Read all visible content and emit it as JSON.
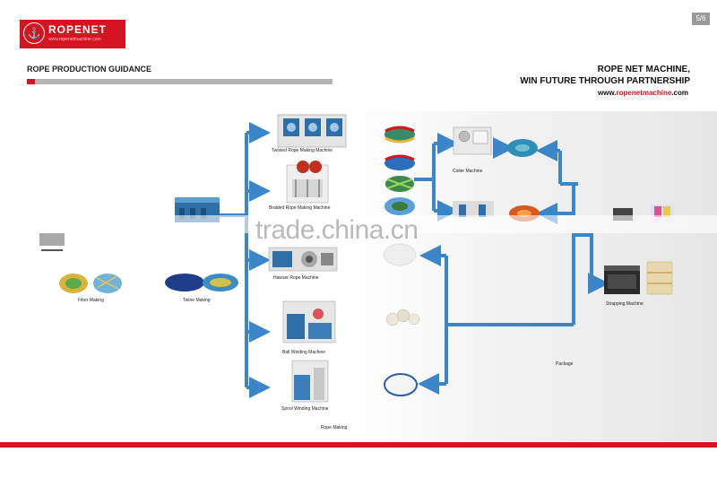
{
  "header": {
    "brand_name": "ROPENET",
    "brand_url": "www.ropenetmachine.com",
    "page_number": "5/6"
  },
  "section": {
    "title": "ROPE PRODUCTION GUIDANCE"
  },
  "slogan": {
    "line1": "ROPE NET MACHINE,",
    "line2": "WIN FUTURE THROUGH PARTNERSHIP",
    "url_prefix": "www.",
    "url_highlight": "ropenetmachine",
    "url_suffix": ".com"
  },
  "diagram": {
    "nodes": {
      "fiber": "Fiber Making",
      "twine": "Twine Making",
      "twisted": "Twisted Rope Making Machine",
      "braided": "Braided Rope Making Machine",
      "hawser": "Hawser Rope Machine",
      "ball": "Ball Winding Machine",
      "spool": "Spool Winding Machine",
      "coiler": "Coiler Machine",
      "strapping": "Strapping Machine"
    },
    "stages": {
      "rope_making": "Rope Making",
      "package": "Package"
    },
    "colors": {
      "arrow": "#3a86c8",
      "machine": "#2f6fa8",
      "accent": "#d4141e"
    }
  },
  "watermark": "trade.china.cn"
}
